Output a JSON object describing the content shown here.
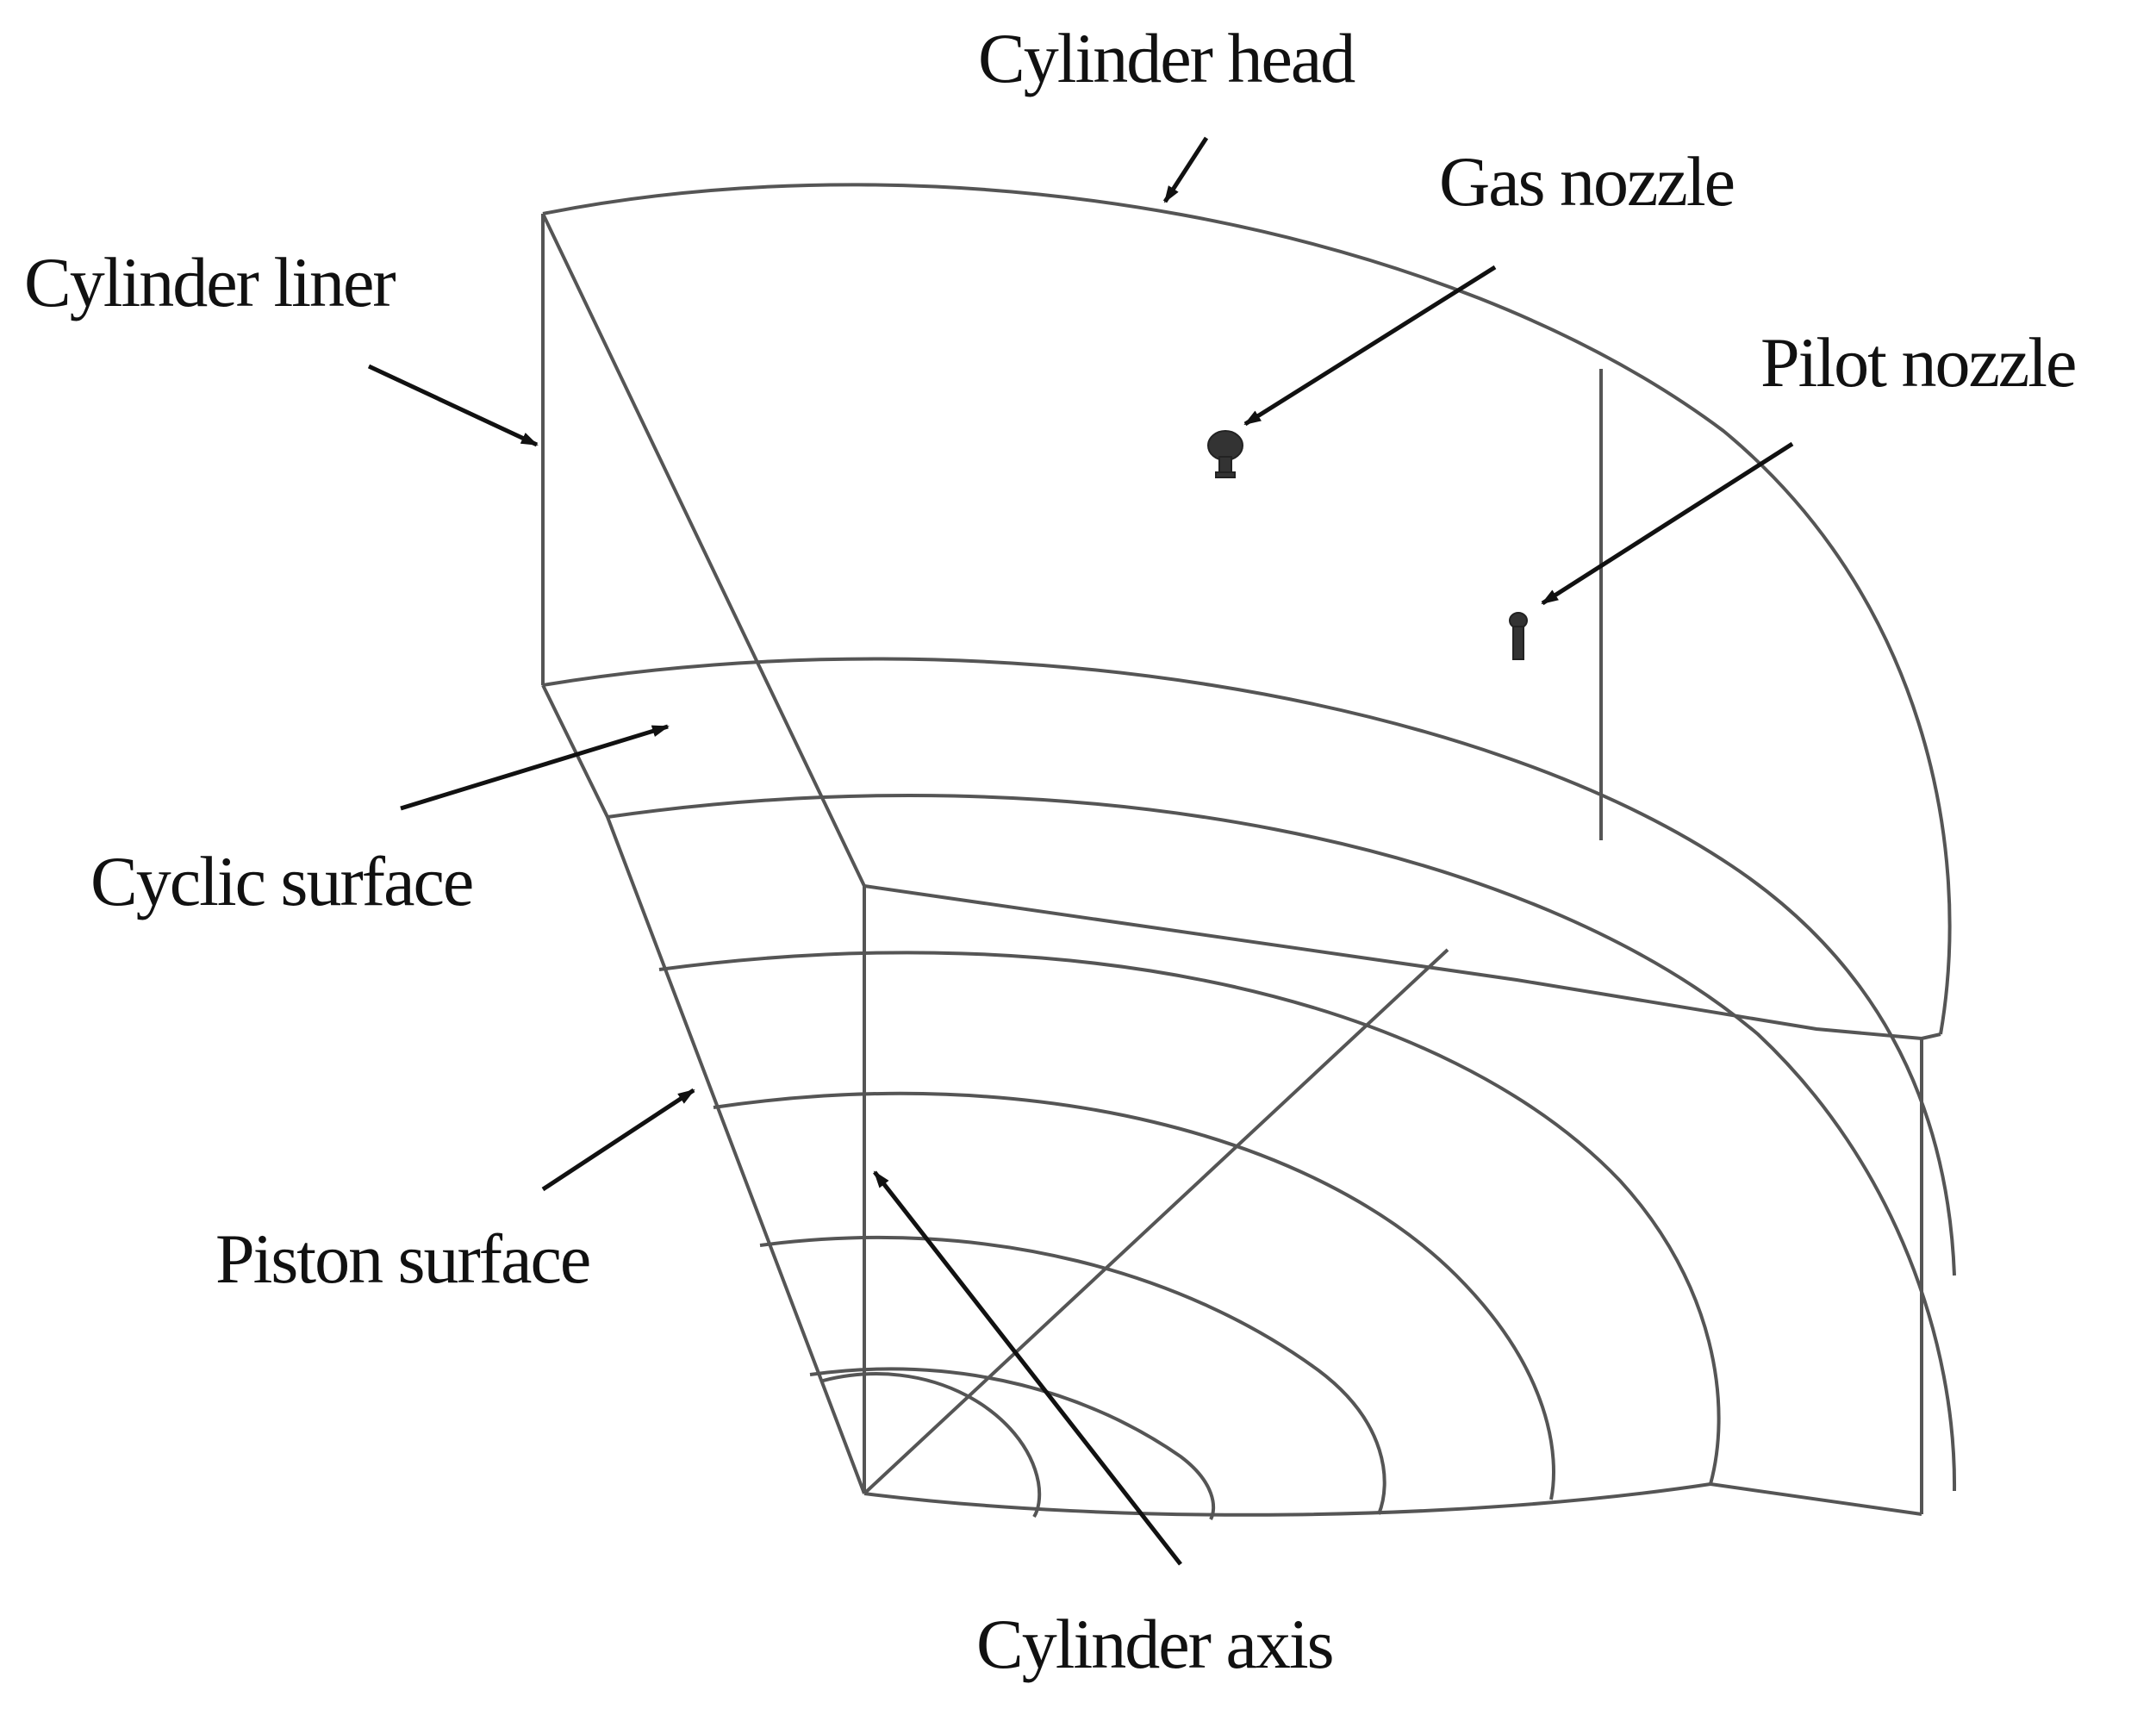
{
  "diagram": {
    "labels": {
      "cylinder_head": "Cylinder head",
      "gas_nozzle": "Gas nozzle",
      "cylinder_liner": "Cylinder liner",
      "pilot_nozzle": "Pilot nozzle",
      "cyclic_surface": "Cyclic surface",
      "piston_surface": "Piston surface",
      "cylinder_axis": "Cylinder axis"
    },
    "colors": {
      "edge": "#555555",
      "text": "#111111",
      "nozzle": "#333333",
      "background": "#ffffff"
    }
  }
}
